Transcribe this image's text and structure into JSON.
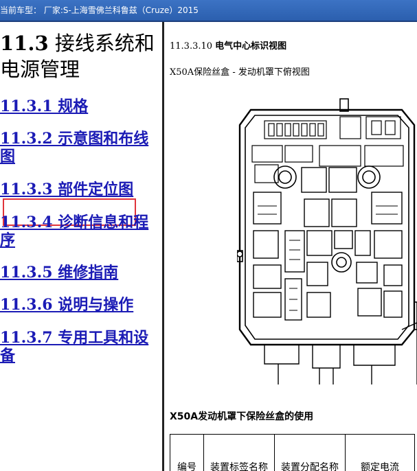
{
  "header": {
    "vehicle": "当前车型：  厂家:S-上海雪佛兰科鲁兹（Cruze）2015"
  },
  "left": {
    "section_number": "11.3",
    "section_title": "接线系统和电源管理",
    "links": [
      "11.3.1 规格",
      "11.3.2 示意图和布线图",
      "11.3.3 部件定位图",
      "11.3.4 诊断信息和程序",
      "11.3.5 维修指南",
      "11.3.6 说明与操作",
      "11.3.7 专用工具和设备"
    ],
    "highlighted_link": "11.3.3 部件定位图"
  },
  "right": {
    "figure_number": "11.3.3.10",
    "figure_title": "电气中心标识视图",
    "figure_subtitle": "X50A保险丝盒 - 发动机罩下俯视图",
    "usage_title": "X50A发动机罩下保险丝盒的使用",
    "table_headers": [
      "编号",
      "装置标签名称",
      "装置分配名称",
      "额定电流"
    ]
  }
}
